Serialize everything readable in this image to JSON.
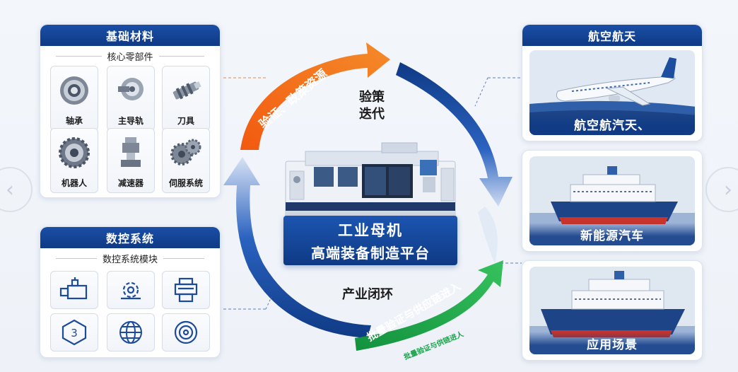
{
  "left_top": {
    "title": "基础材料",
    "subtitle": "核心零部件",
    "items": [
      {
        "label": "轴承",
        "icon": "bearing-icon"
      },
      {
        "label": "主导轨",
        "icon": "guide-rail-icon"
      },
      {
        "label": "刀具",
        "icon": "cutting-tool-icon"
      },
      {
        "label": "机器人",
        "icon": "robot-gear-icon"
      },
      {
        "label": "减速器",
        "icon": "reducer-icon"
      },
      {
        "label": "伺服系统",
        "icon": "servo-gear-icon"
      }
    ]
  },
  "left_bottom": {
    "title": "数控系统",
    "subtitle": "数控系统模块",
    "icons": [
      "machine-module-icon",
      "gear-settings-icon",
      "printer-module-icon",
      "hex-three-icon",
      "globe-network-icon",
      "target-ring-icon"
    ]
  },
  "center": {
    "line1": "工业母机",
    "line2": "高端装备制造平台",
    "top_text_1": "验策",
    "top_text_2": "迭代",
    "bottom_text": "产业闭环",
    "orange_arrow": "验证、政策资源",
    "green_arrow_main": "批量验证与供应链进入",
    "green_arrow_sub": "批量验证与供链进人"
  },
  "right": {
    "aerospace_title": "航空航天",
    "scenes": [
      {
        "label": "航空航汽天、",
        "icon": "airplane-icon"
      },
      {
        "label": "新能源汽车",
        "icon": "ship-icon"
      },
      {
        "label": "应用场景",
        "icon": "cruise-ship-icon"
      }
    ]
  },
  "colors": {
    "brand_blue": "#0f3a85",
    "orange": "#f06a12",
    "green": "#1aa34a"
  }
}
